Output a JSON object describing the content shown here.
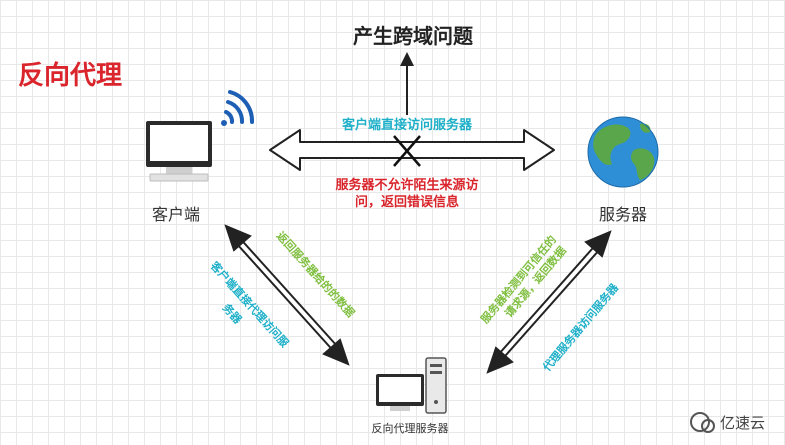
{
  "title": "反向代理",
  "top_note": "产生跨域问题",
  "nodes": {
    "client": "客户端",
    "server": "服务器",
    "proxy": "反向代理服务器"
  },
  "edges": {
    "direct_top": "客户端直接访问服务器",
    "reject_line1": "服务器不允许陌生来源访",
    "reject_line2": "问，返回错误信息",
    "left_outer": "客户端直接代理访问服",
    "left_outer2": "务器",
    "left_inner": "返回服务器给的的数据",
    "right_inner1": "服务器检测到可信任的",
    "right_inner2": "请求源，返回数据",
    "right_outer": "代理服务器访问服务器"
  },
  "watermark": "亿速云",
  "colors": {
    "title": "#d9252b",
    "teal": "#1fb0c9",
    "red": "#d9252b",
    "green": "#7fbf3f"
  }
}
